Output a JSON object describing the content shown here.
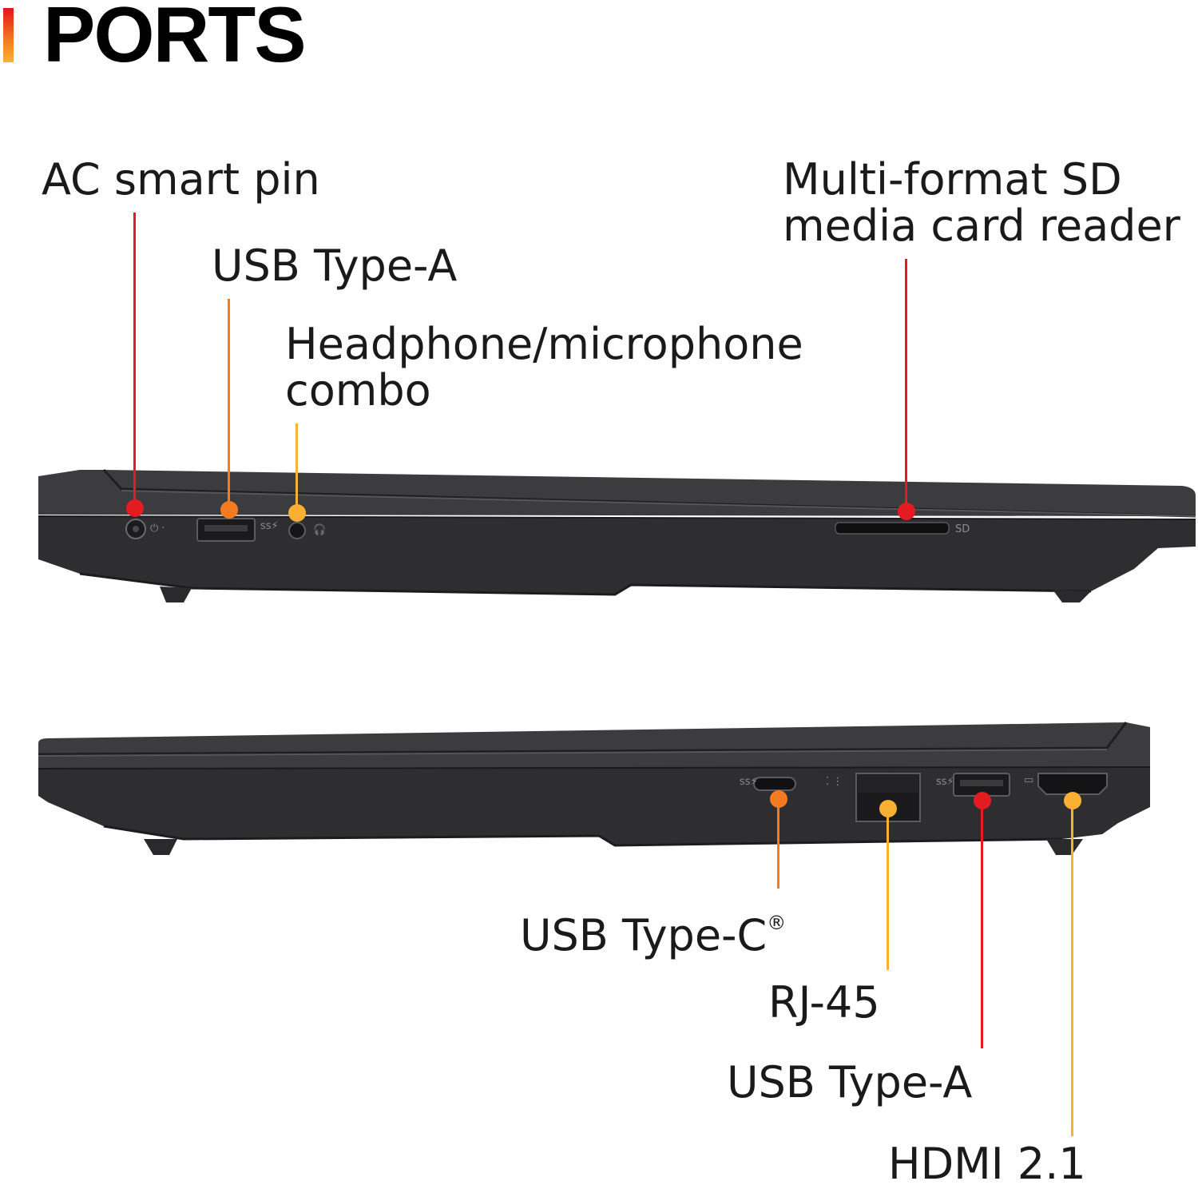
{
  "header": {
    "title": "PORTS"
  },
  "colors": {
    "red": "#e51b22",
    "orange": "#f47b20",
    "yellow": "#fbb034",
    "chassis": "#3a3a3d"
  },
  "left_side": {
    "ac_label": "AC smart pin",
    "usb_a_label": "USB Type-A",
    "audio_label_line1": "Headphone/microphone",
    "audio_label_line2": "combo",
    "sd_label_line1": "Multi-format SD",
    "sd_label_line2": "media card reader",
    "sd_marking": "SD"
  },
  "right_side": {
    "usb_c_label": "USB Type-C",
    "usb_c_mark": "®",
    "rj45_label": "RJ-45",
    "usb_a_label": "USB Type-A",
    "hdmi_label": "HDMI 2.1"
  }
}
